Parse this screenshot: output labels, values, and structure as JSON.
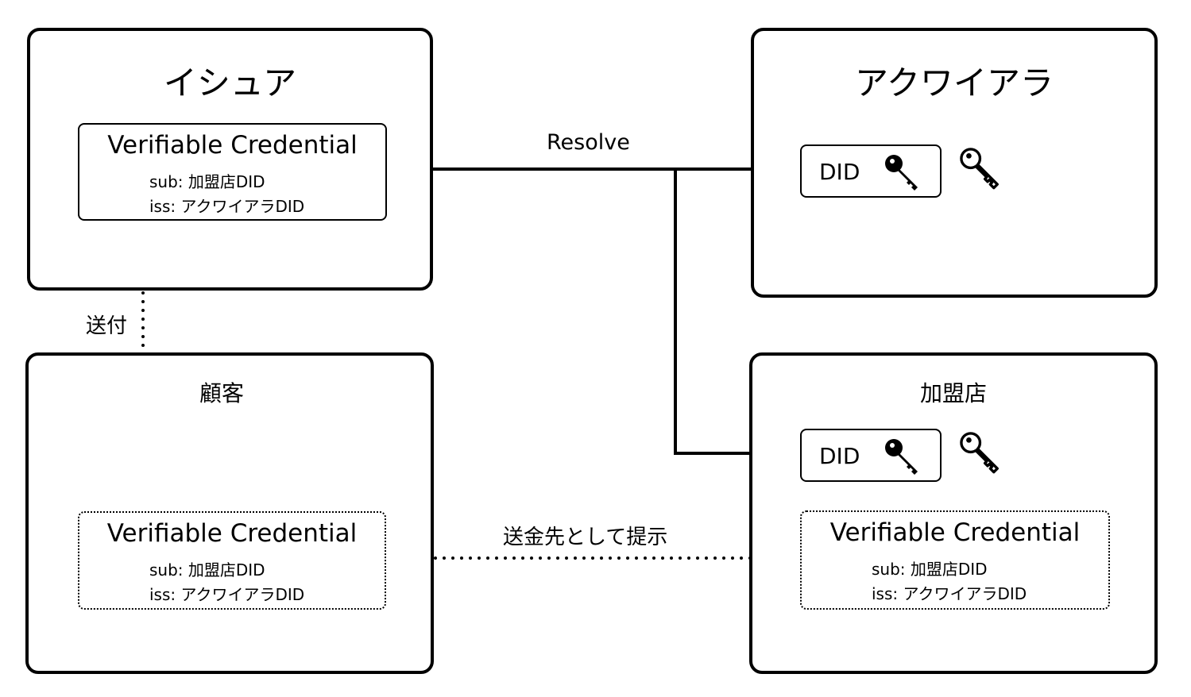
{
  "issuer": {
    "title": "イシュア",
    "vc": {
      "title": "Verifiable Credential",
      "sub": "sub: 加盟店DID",
      "iss": "iss: アクワイアラDID"
    }
  },
  "acquirer": {
    "title": "アクワイアラ",
    "did_label": "DID"
  },
  "customer": {
    "title": "顧客",
    "vc": {
      "title": "Verifiable Credential",
      "sub": "sub: 加盟店DID",
      "iss": "iss: アクワイアラDID"
    }
  },
  "merchant": {
    "title": "加盟店",
    "did_label": "DID",
    "vc": {
      "title": "Verifiable Credential",
      "sub": "sub: 加盟店DID",
      "iss": "iss: アクワイアラDID"
    }
  },
  "edges": {
    "resolve": "Resolve",
    "send": "送付",
    "present": "送金先として提示"
  },
  "icons": {
    "private_key": "black-key-icon",
    "public_key": "outline-key-icon"
  },
  "colors": {
    "line": "#000000",
    "background": "#ffffff"
  }
}
